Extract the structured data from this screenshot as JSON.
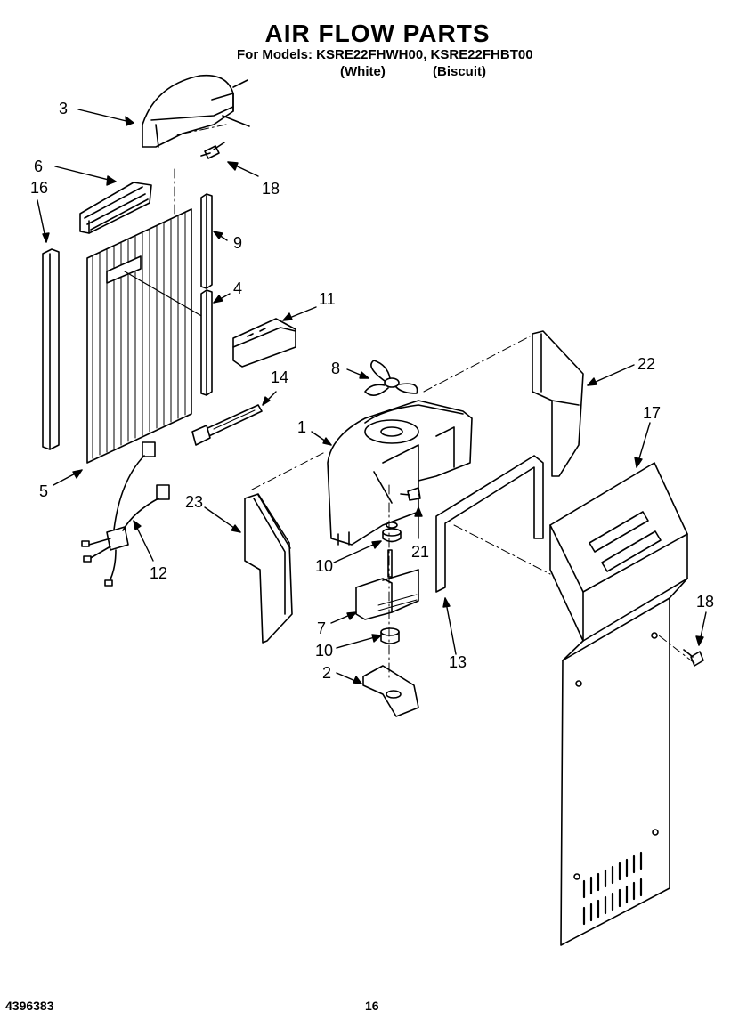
{
  "header": {
    "title": "AIR FLOW PARTS",
    "models_line": "For Models: KSRE22FHWH00, KSRE22FHBT00",
    "variant_white": "(White)",
    "variant_biscuit": "(Biscuit)"
  },
  "footer": {
    "part_number": "4396383",
    "page": "16"
  },
  "callouts": {
    "c1": "1",
    "c2": "2",
    "c3": "3",
    "c4": "4",
    "c5": "5",
    "c6": "6",
    "c7": "7",
    "c8": "8",
    "c9": "9",
    "c10a": "10",
    "c10b": "10",
    "c11": "11",
    "c12": "12",
    "c13": "13",
    "c14": "14",
    "c16": "16",
    "c17": "17",
    "c18a": "18",
    "c18b": "18",
    "c21": "21",
    "c22": "22",
    "c23": "23"
  }
}
